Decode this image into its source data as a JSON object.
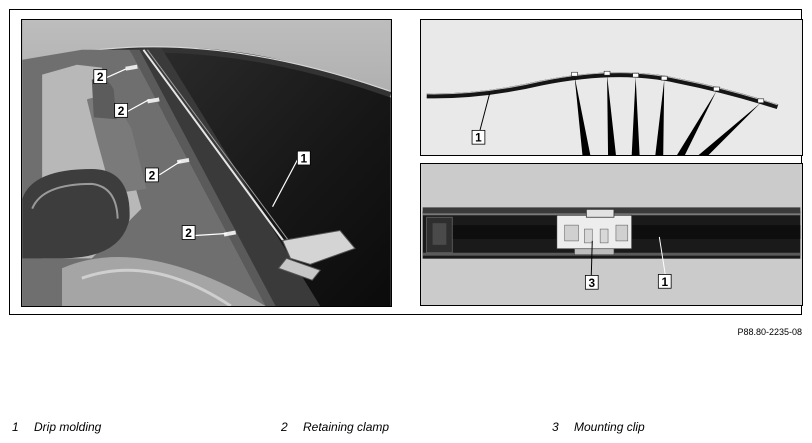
{
  "figure_code": "P88.80-2235-08",
  "callouts": {
    "left_clamp": "2",
    "left_molding": "1",
    "top_right_molding": "1",
    "bottom_right_clip": "3",
    "bottom_right_molding": "1"
  },
  "legend": [
    {
      "number": "1",
      "label": "Drip molding"
    },
    {
      "number": "2",
      "label": "Retaining clamp"
    },
    {
      "number": "3",
      "label": "Mounting clip"
    }
  ]
}
